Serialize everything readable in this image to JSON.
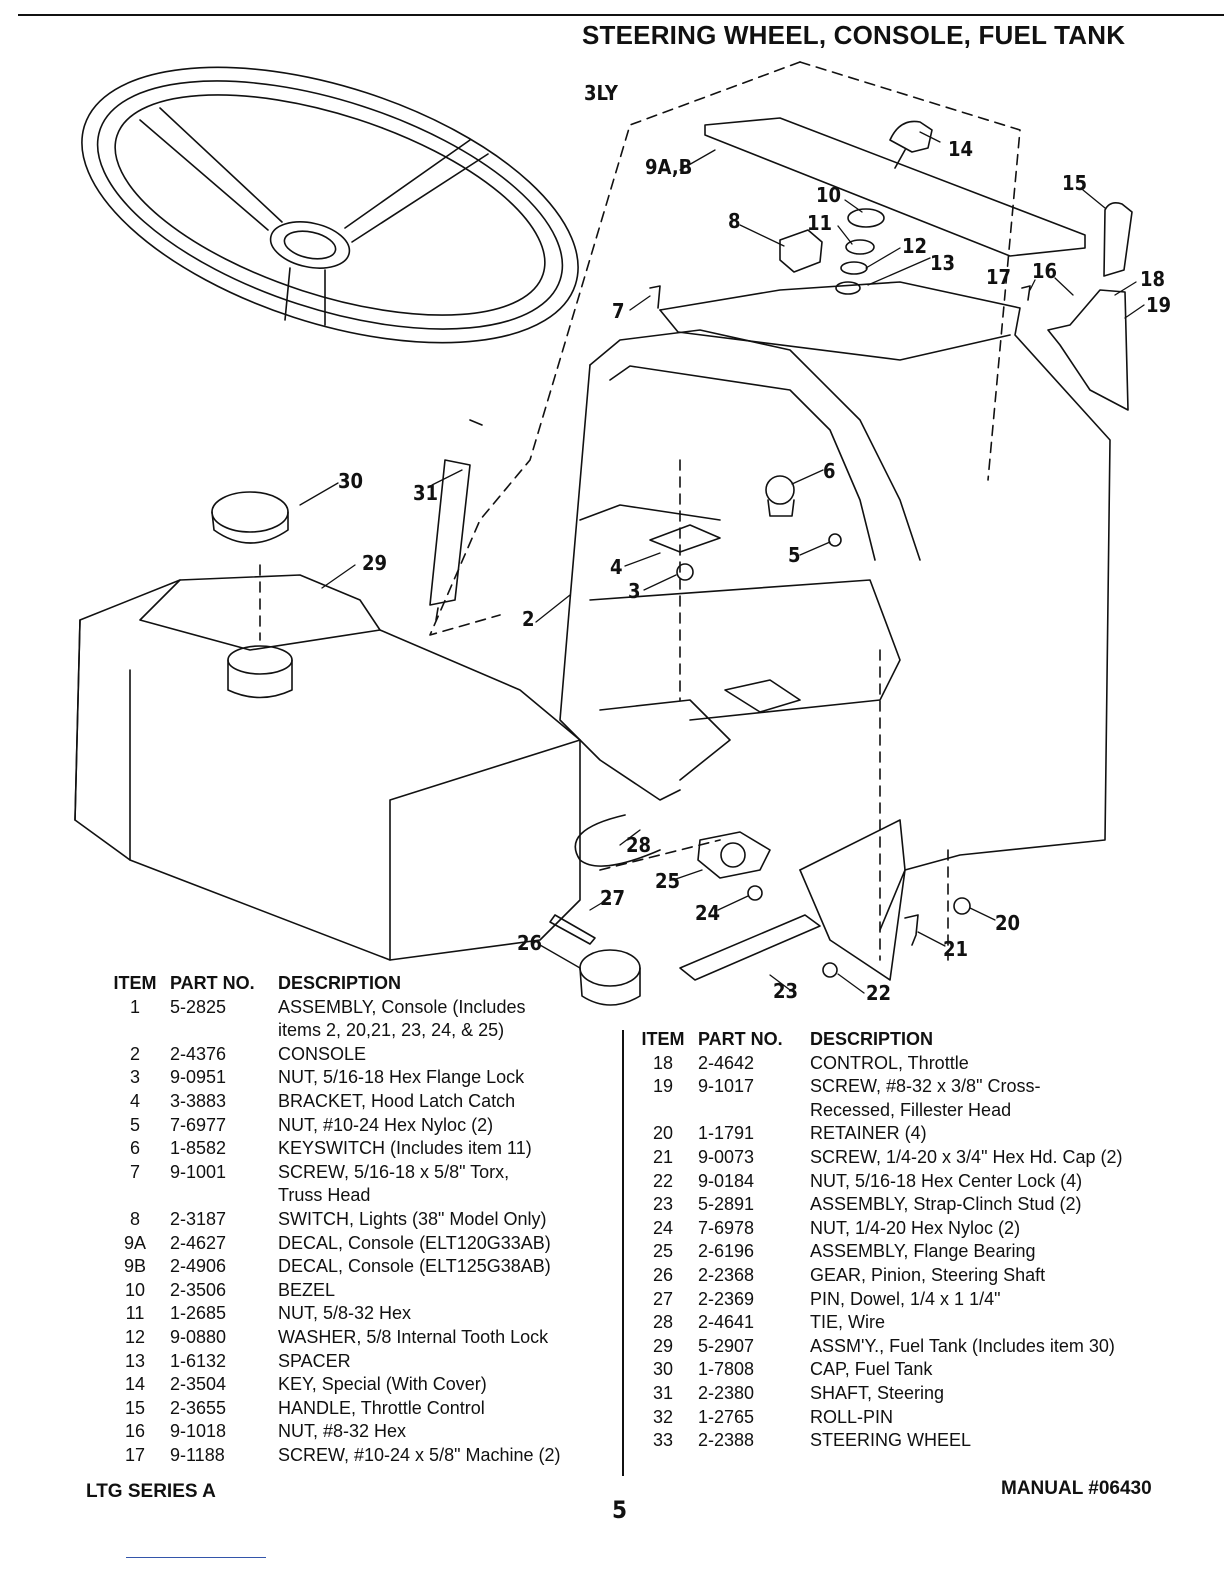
{
  "header": {
    "title": "STEERING WHEEL, CONSOLE, FUEL TANK"
  },
  "diagram": {
    "corner_label": "3LY",
    "callouts": [
      "14",
      "9A,B",
      "10",
      "11",
      "8",
      "12",
      "13",
      "15",
      "17",
      "16",
      "18",
      "19",
      "7",
      "30",
      "31",
      "6",
      "29",
      "4",
      "3",
      "5",
      "2",
      "28",
      "25",
      "27",
      "24",
      "20",
      "21",
      "26",
      "23",
      "22"
    ]
  },
  "table_left": {
    "headers": [
      "ITEM",
      "PART NO.",
      "DESCRIPTION"
    ],
    "rows": [
      {
        "item": "1",
        "part": "5-2825",
        "desc": "ASSEMBLY, Console (Includes"
      },
      {
        "item": "",
        "part": "",
        "desc": "items 2, 20,21, 23, 24, & 25)"
      },
      {
        "item": "2",
        "part": "2-4376",
        "desc": "CONSOLE"
      },
      {
        "item": "3",
        "part": "9-0951",
        "desc": "NUT, 5/16-18 Hex Flange Lock"
      },
      {
        "item": "4",
        "part": "3-3883",
        "desc": "BRACKET, Hood Latch Catch"
      },
      {
        "item": "5",
        "part": "7-6977",
        "desc": "NUT, #10-24 Hex Nyloc (2)"
      },
      {
        "item": "6",
        "part": "1-8582",
        "desc": "KEYSWITCH (Includes item 11)"
      },
      {
        "item": "7",
        "part": "9-1001",
        "desc": "SCREW, 5/16-18 x 5/8\" Torx,"
      },
      {
        "item": "",
        "part": "",
        "desc": "Truss Head"
      },
      {
        "item": "8",
        "part": "2-3187",
        "desc": "SWITCH, Lights (38\" Model Only)"
      },
      {
        "item": "9A",
        "part": "2-4627",
        "desc": "DECAL, Console (ELT120G33AB)"
      },
      {
        "item": "9B",
        "part": "2-4906",
        "desc": "DECAL, Console (ELT125G38AB)"
      },
      {
        "item": "10",
        "part": "2-3506",
        "desc": "BEZEL"
      },
      {
        "item": "11",
        "part": "1-2685",
        "desc": "NUT, 5/8-32 Hex"
      },
      {
        "item": "12",
        "part": "9-0880",
        "desc": "WASHER, 5/8 Internal Tooth Lock"
      },
      {
        "item": "13",
        "part": "1-6132",
        "desc": "SPACER"
      },
      {
        "item": "14",
        "part": "2-3504",
        "desc": "KEY, Special (With Cover)"
      },
      {
        "item": "15",
        "part": "2-3655",
        "desc": "HANDLE, Throttle Control"
      },
      {
        "item": "16",
        "part": "9-1018",
        "desc": "NUT, #8-32 Hex"
      },
      {
        "item": "17",
        "part": "9-1188",
        "desc": "SCREW, #10-24 x 5/8\" Machine (2)"
      }
    ]
  },
  "table_right": {
    "headers": [
      "ITEM",
      "PART NO.",
      "DESCRIPTION"
    ],
    "rows": [
      {
        "item": "18",
        "part": "2-4642",
        "desc": "CONTROL, Throttle"
      },
      {
        "item": "19",
        "part": "9-1017",
        "desc": "SCREW, #8-32 x 3/8\" Cross-"
      },
      {
        "item": "",
        "part": "",
        "desc": "Recessed, Fillester Head"
      },
      {
        "item": "20",
        "part": "1-1791",
        "desc": "RETAINER (4)"
      },
      {
        "item": "21",
        "part": "9-0073",
        "desc": "SCREW, 1/4-20 x 3/4\" Hex Hd. Cap (2)"
      },
      {
        "item": "22",
        "part": "9-0184",
        "desc": "NUT, 5/16-18 Hex Center Lock (4)"
      },
      {
        "item": "23",
        "part": "5-2891",
        "desc": "ASSEMBLY, Strap-Clinch Stud (2)"
      },
      {
        "item": "24",
        "part": "7-6978",
        "desc": "NUT, 1/4-20 Hex Nyloc (2)"
      },
      {
        "item": "25",
        "part": "2-6196",
        "desc": "ASSEMBLY, Flange Bearing"
      },
      {
        "item": "26",
        "part": "2-2368",
        "desc": "GEAR, Pinion, Steering Shaft"
      },
      {
        "item": "27",
        "part": "2-2369",
        "desc": "PIN, Dowel, 1/4 x 1 1/4\""
      },
      {
        "item": "28",
        "part": "2-4641",
        "desc": "TIE, Wire"
      },
      {
        "item": "29",
        "part": "5-2907",
        "desc": "ASSM'Y., Fuel Tank (Includes item 30)"
      },
      {
        "item": "30",
        "part": "1-7808",
        "desc": "CAP, Fuel Tank"
      },
      {
        "item": "31",
        "part": "2-2380",
        "desc": "SHAFT, Steering"
      },
      {
        "item": "32",
        "part": "1-2765",
        "desc": "ROLL-PIN"
      },
      {
        "item": "33",
        "part": "2-2388",
        "desc": "STEERING WHEEL"
      }
    ]
  },
  "footer": {
    "series": "LTG SERIES A",
    "page": "5",
    "manual": "MANUAL #06430"
  }
}
